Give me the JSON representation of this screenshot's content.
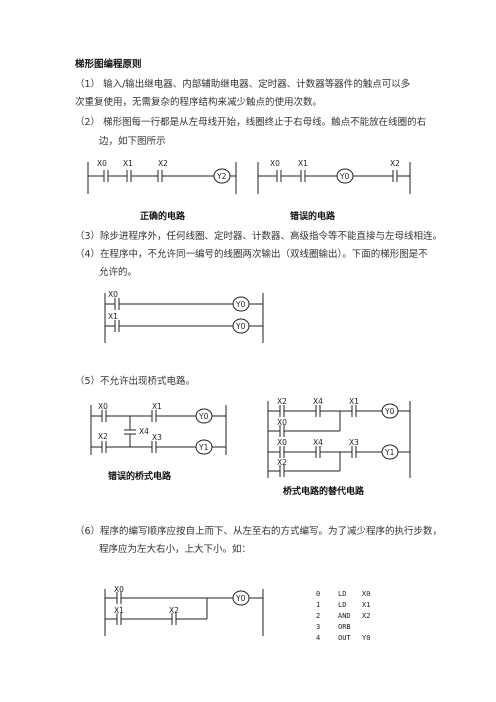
{
  "heading": "梯形图编程原则",
  "rules": {
    "r1_line1": "（1） 输入/输出继电器、内部辅助继电器、定时器、计数器等器件的触点可以多",
    "r1_line2": "次重复使用，无需复杂的程序结构来减少触点的使用次数。",
    "r2_line1": "（2） 梯形图每一行都是从左母线开始，线圈终止于右母线。触点不能放在线圈的右",
    "r2_line2": "边，如下图所示",
    "r3": "（3）除步进程序外，任何线圈、定时器、计数器、高级指令等不能直接与左母线相连。",
    "r4_line1": "（4）在程序中，不允许同一编号的线圈两次输出（双线圈输出）。下面的梯形图是不",
    "r4_line2": "允许的。",
    "r5": "（5）不允许出现桥式电路。",
    "r6_line1": "（6）程序的编写顺序应按自上而下、从左至右的方式编写。为了减少程序的执行步数，",
    "r6_line2": "程序应为左大右小，上大下小。如："
  },
  "fig1": {
    "correct": {
      "contacts": [
        "X0",
        "X1",
        "X2"
      ],
      "coil": "Y2",
      "caption": "正确的电路"
    },
    "wrong": {
      "contacts": [
        "X0",
        "X1",
        "X2"
      ],
      "coil": "Y0",
      "caption": "错误的电路"
    }
  },
  "fig2": {
    "contacts": [
      "X0",
      "X1"
    ],
    "coils": [
      "Y0",
      "Y0"
    ]
  },
  "fig3": {
    "bridge": {
      "contacts": [
        "X0",
        "X1",
        "X2",
        "X4",
        "X3"
      ],
      "coils": [
        "Y0",
        "Y1"
      ],
      "caption": "错误的桥式电路"
    },
    "replacement": {
      "contacts": [
        "X2",
        "X4",
        "X1",
        "X0",
        "X0",
        "X4",
        "X3",
        "X2"
      ],
      "coils": [
        "Y0",
        "Y1"
      ],
      "caption": "桥式电路的替代电路"
    }
  },
  "fig4": {
    "contacts": [
      "X0",
      "X1",
      "X2"
    ],
    "coil": "Y0",
    "program": [
      {
        "step": "0",
        "op": "LD",
        "operand": "X0"
      },
      {
        "step": "1",
        "op": "LD",
        "operand": "X1"
      },
      {
        "step": "2",
        "op": "AND",
        "operand": "X2"
      },
      {
        "step": "3",
        "op": "ORB",
        "operand": ""
      },
      {
        "step": "4",
        "op": "OUT",
        "operand": "Y0"
      }
    ]
  }
}
